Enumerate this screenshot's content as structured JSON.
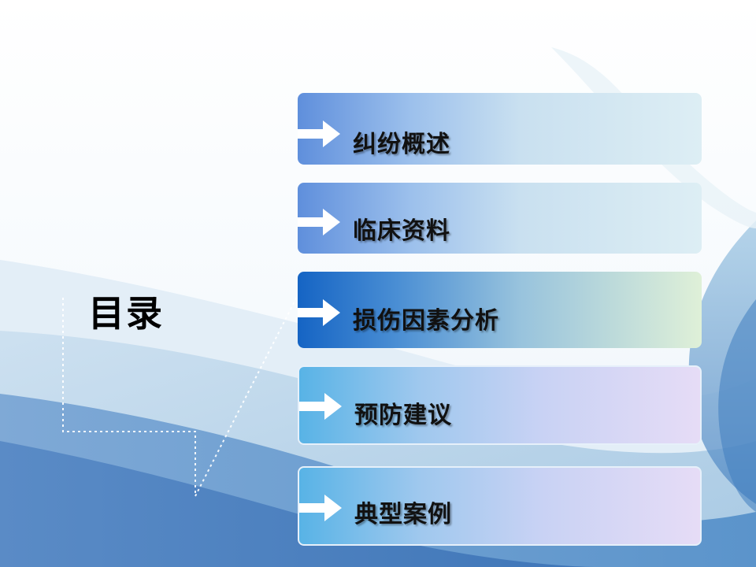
{
  "title": "目录",
  "items": [
    {
      "label": "纠纷概述"
    },
    {
      "label": "临床资料"
    },
    {
      "label": "损伤因素分析"
    },
    {
      "label": "预防建议"
    },
    {
      "label": "典型案例"
    }
  ],
  "colors": {
    "primary_blue": "#1564c4",
    "light_blue": "#5f8fdc",
    "sky_blue": "#58b3e6",
    "lavender": "#e6dcf6",
    "pale_green": "#dff0d8"
  }
}
